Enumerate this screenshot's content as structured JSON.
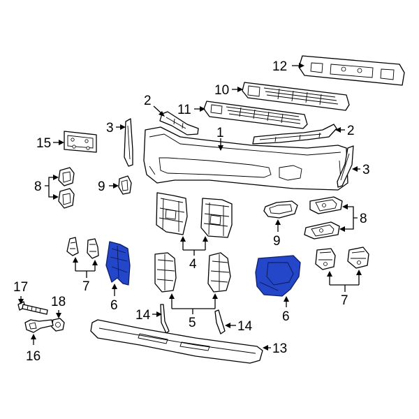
{
  "callouts": {
    "c1": "1",
    "c2a": "2",
    "c2b": "2",
    "c3a": "3",
    "c3b": "3",
    "c4": "4",
    "c5": "5",
    "c6a": "6",
    "c6b": "6",
    "c7a": "7",
    "c7b": "7",
    "c8a": "8",
    "c8b": "8",
    "c9a": "9",
    "c9b": "9",
    "c10": "10",
    "c11": "11",
    "c12": "12",
    "c13": "13",
    "c14a": "14",
    "c14b": "14",
    "c15": "15",
    "c16": "16",
    "c17": "17",
    "c18": "18"
  },
  "colors": {
    "highlight": "#2347c8",
    "line": "#000000",
    "background": "#ffffff"
  }
}
